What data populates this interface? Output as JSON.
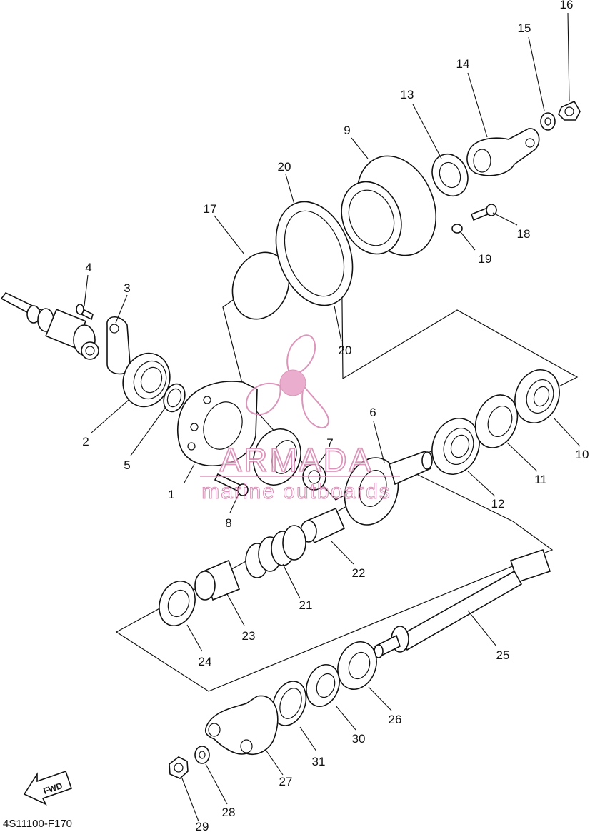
{
  "diagram": {
    "code": "4S11100-F170",
    "fwd_label": "FWD",
    "callouts": [
      "1",
      "2",
      "3",
      "4",
      "5",
      "6",
      "7",
      "8",
      "9",
      "10",
      "11",
      "12",
      "13",
      "14",
      "15",
      "16",
      "17",
      "18",
      "19",
      "20",
      "20",
      "21",
      "22",
      "23",
      "24",
      "25",
      "26",
      "27",
      "28",
      "29",
      "30",
      "31"
    ]
  },
  "watermark": {
    "brand": "ARMADA",
    "tagline": "marine outboards",
    "color": "#d98ab3"
  }
}
